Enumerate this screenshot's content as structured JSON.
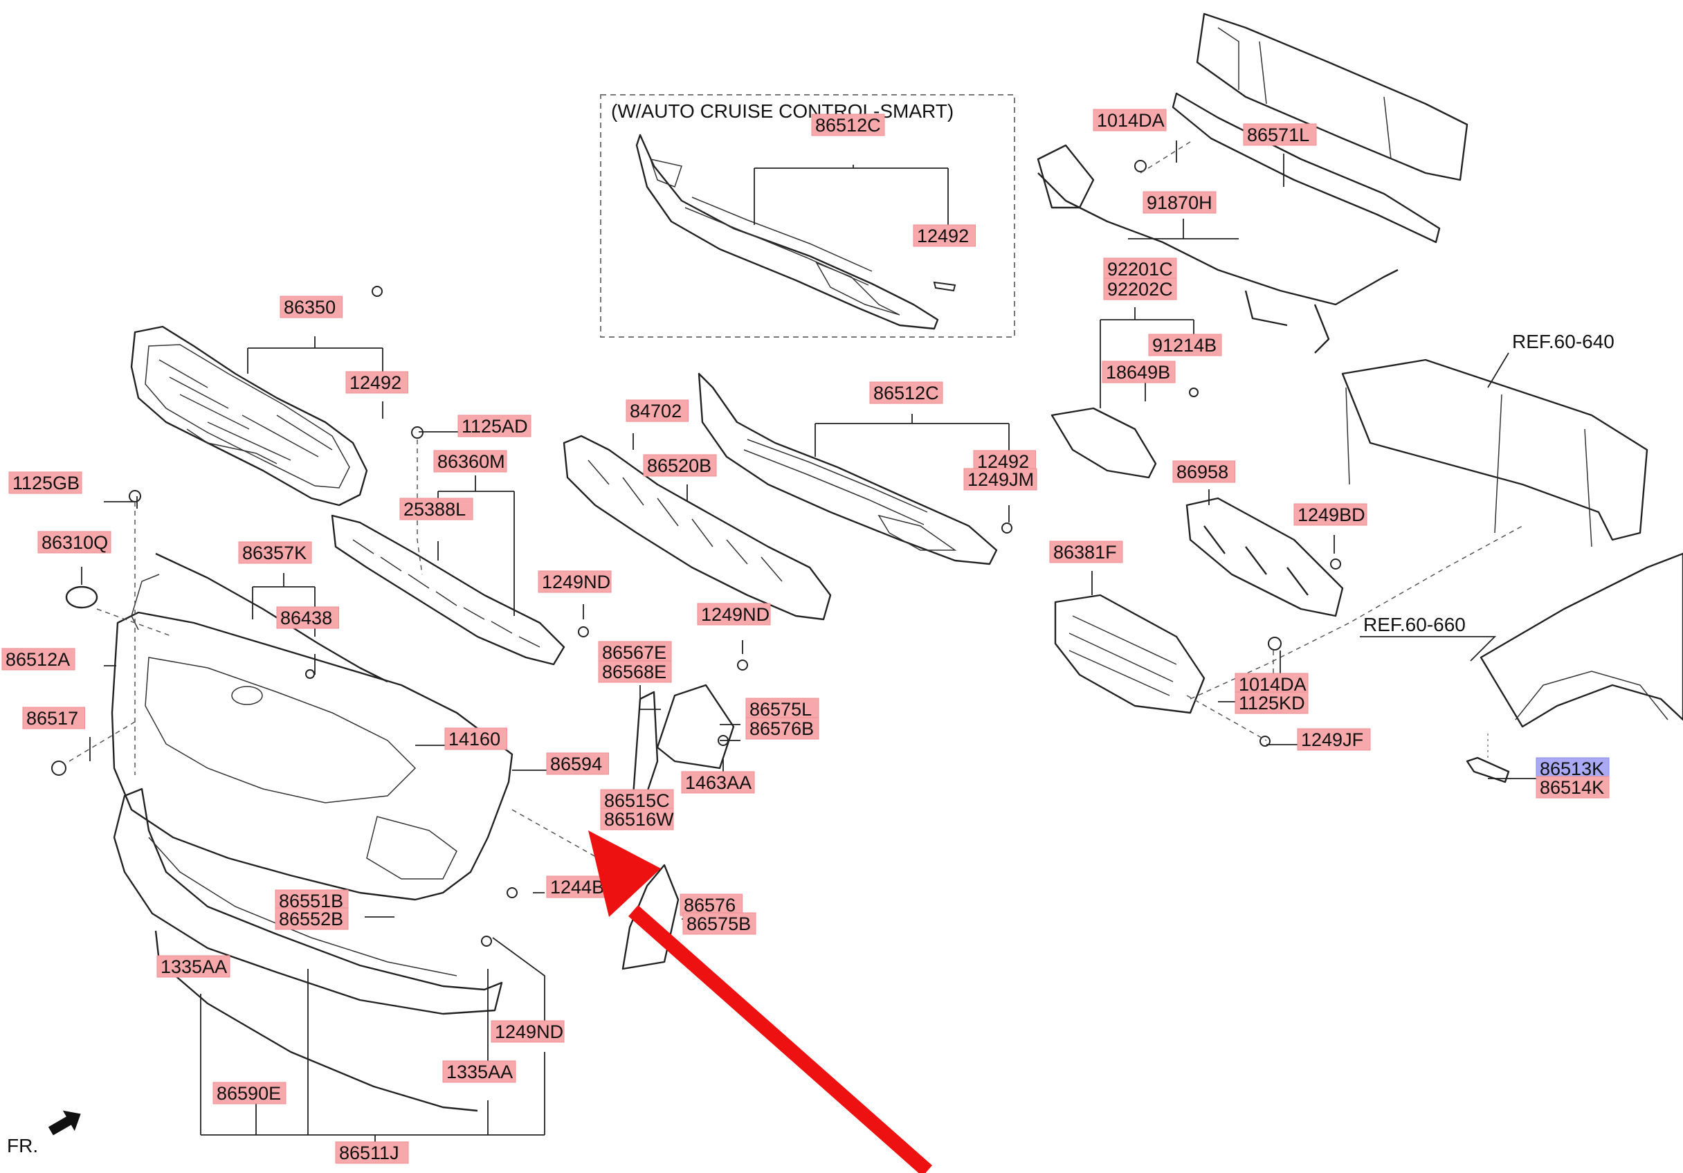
{
  "inset_title": "(W/AUTO CRUISE CONTROL-SMART)",
  "orientation_label": "FR.",
  "references": [
    "REF.60-640",
    "REF.60-660"
  ],
  "callouts": [
    "86512C",
    "12492",
    "86350",
    "12492",
    "1125AD",
    "86360M",
    "25388L",
    "1125GB",
    "86310Q",
    "86357K",
    "86438",
    "86512A",
    "86517",
    "14160",
    "86594",
    "1249ND",
    "84702",
    "86520B",
    "86512C",
    "12492",
    "1249JM",
    "1249ND",
    "86567E",
    "86568E",
    "86575L",
    "86576B",
    "1463AA",
    "86515C",
    "86516W",
    "1244BJ",
    "86576",
    "86575B",
    "86551B",
    "86552B",
    "1335AA",
    "1249ND",
    "1335AA",
    "86590E",
    "86511J",
    "1014DA",
    "86571L",
    "91870H",
    "92201C",
    "92202C",
    "91214B",
    "18649B",
    "86958",
    "1249BD",
    "86381F",
    "1014DA",
    "1125KD",
    "1249JF",
    "86513K",
    "86514K"
  ],
  "highlighted_callout": "86513K",
  "colors": {
    "label_fill": "#f6a8ab",
    "label_highlight": "#a9a9f5",
    "pointer_arrow": "#ee1111",
    "line_art": "#222222"
  }
}
